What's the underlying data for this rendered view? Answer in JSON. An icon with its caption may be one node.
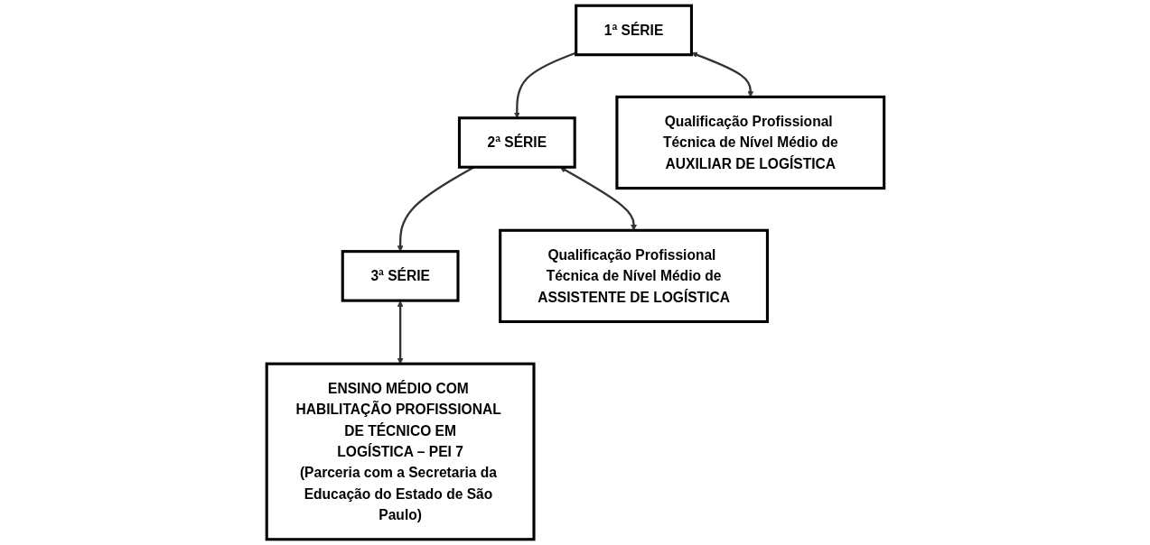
{
  "diagram": {
    "nodes": [
      {
        "text": [
          "1ª SÉRIE"
        ]
      },
      {
        "text": [
          "2ª SÉRIE"
        ]
      },
      {
        "text": [
          "3ª SÉRIE"
        ]
      },
      {
        "text": [
          "Qualificação Profissional Técnica de Nível Médio de",
          "AUXILIAR DE LOGÍSTICA"
        ]
      },
      {
        "text": [
          "Qualificação Profissional Técnica de Nível Médio de",
          "ASSISTENTE DE LOGÍSTICA"
        ]
      },
      {
        "text": [
          "ENSINO MÉDIO COM HABILITAÇÃO PROFISSIONAL DE TÉCNICO EM",
          "LOGÍSTICA – PEI 7",
          "(Parceria com a Secretaria da Educação do Estado de São Paulo)"
        ]
      }
    ],
    "edges": [
      {
        "from": 0,
        "to": 1,
        "arrow": "to"
      },
      {
        "from": 1,
        "to": 2,
        "arrow": "to"
      },
      {
        "from": 0,
        "to": 3,
        "arrow": "both"
      },
      {
        "from": 1,
        "to": 4,
        "arrow": "both"
      },
      {
        "from": 2,
        "to": 5,
        "arrow": "both"
      }
    ]
  }
}
